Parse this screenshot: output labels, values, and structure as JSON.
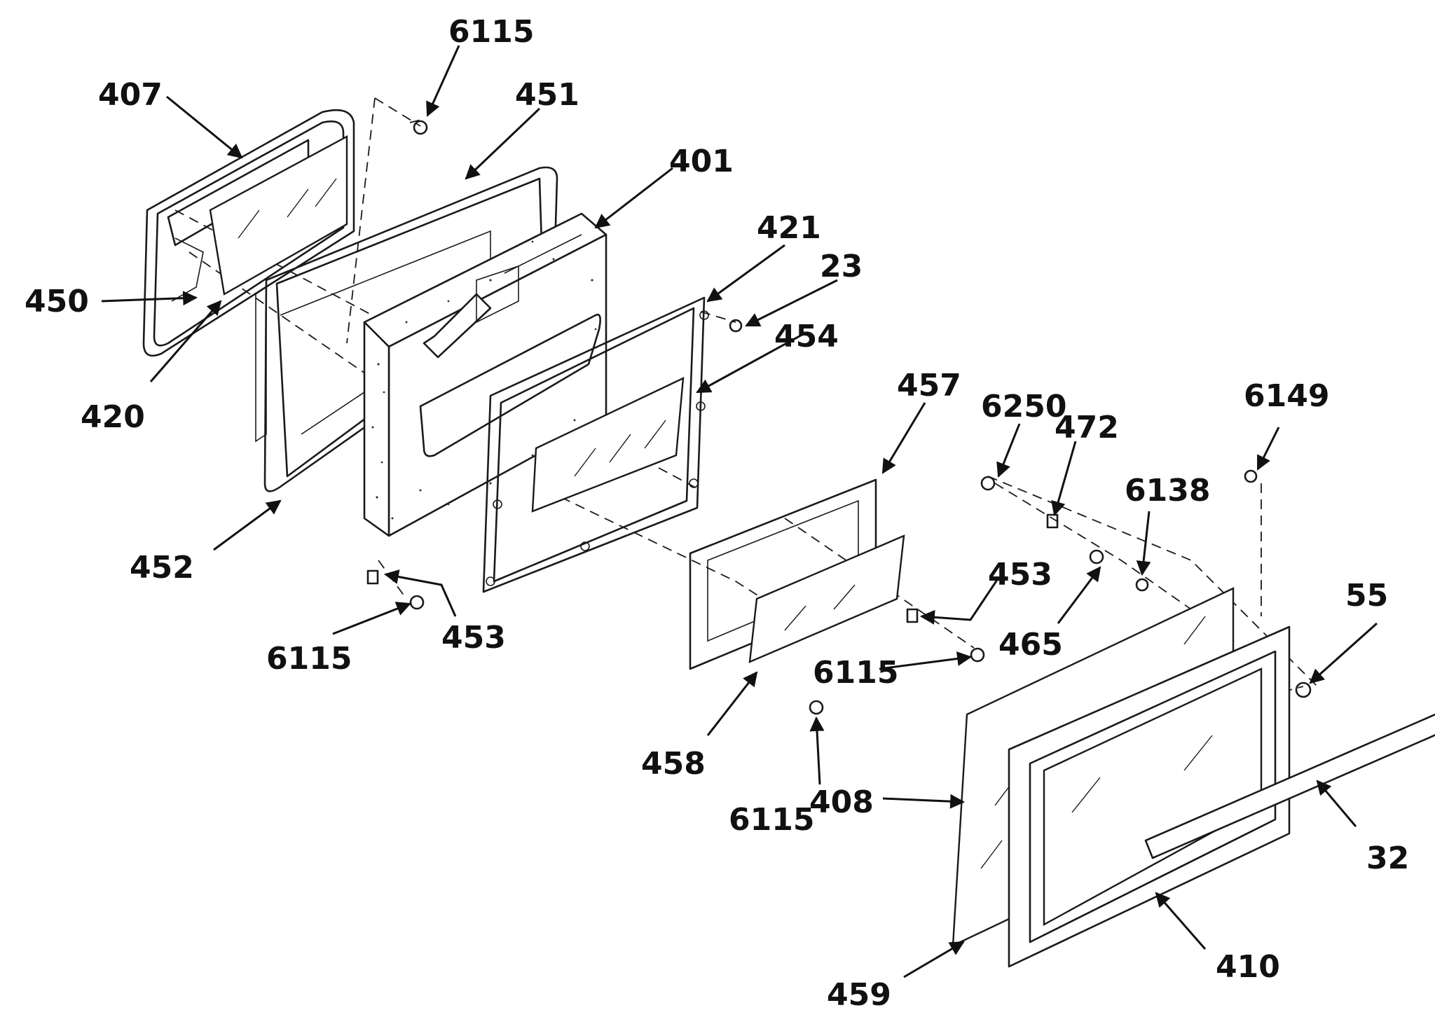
{
  "callouts": [
    {
      "id": "c6115a",
      "text": "6115"
    },
    {
      "id": "c407",
      "text": "407"
    },
    {
      "id": "c451",
      "text": "451"
    },
    {
      "id": "c401",
      "text": "401"
    },
    {
      "id": "c421",
      "text": "421"
    },
    {
      "id": "c23",
      "text": "23"
    },
    {
      "id": "c454",
      "text": "454"
    },
    {
      "id": "c450",
      "text": "450"
    },
    {
      "id": "c420",
      "text": "420"
    },
    {
      "id": "c457",
      "text": "457"
    },
    {
      "id": "c6250",
      "text": "6250"
    },
    {
      "id": "c472",
      "text": "472"
    },
    {
      "id": "c6149",
      "text": "6149"
    },
    {
      "id": "c6138",
      "text": "6138"
    },
    {
      "id": "c452",
      "text": "452"
    },
    {
      "id": "c453a",
      "text": "453"
    },
    {
      "id": "c453b",
      "text": "453"
    },
    {
      "id": "c55",
      "text": "55"
    },
    {
      "id": "c6115b",
      "text": "6115"
    },
    {
      "id": "c465",
      "text": "465"
    },
    {
      "id": "c6115c",
      "text": "6115"
    },
    {
      "id": "c458",
      "text": "458"
    },
    {
      "id": "c408",
      "text": "408"
    },
    {
      "id": "c32",
      "text": "32"
    },
    {
      "id": "c6115d",
      "text": "6115"
    },
    {
      "id": "c410",
      "text": "410"
    },
    {
      "id": "c459",
      "text": "459"
    }
  ]
}
